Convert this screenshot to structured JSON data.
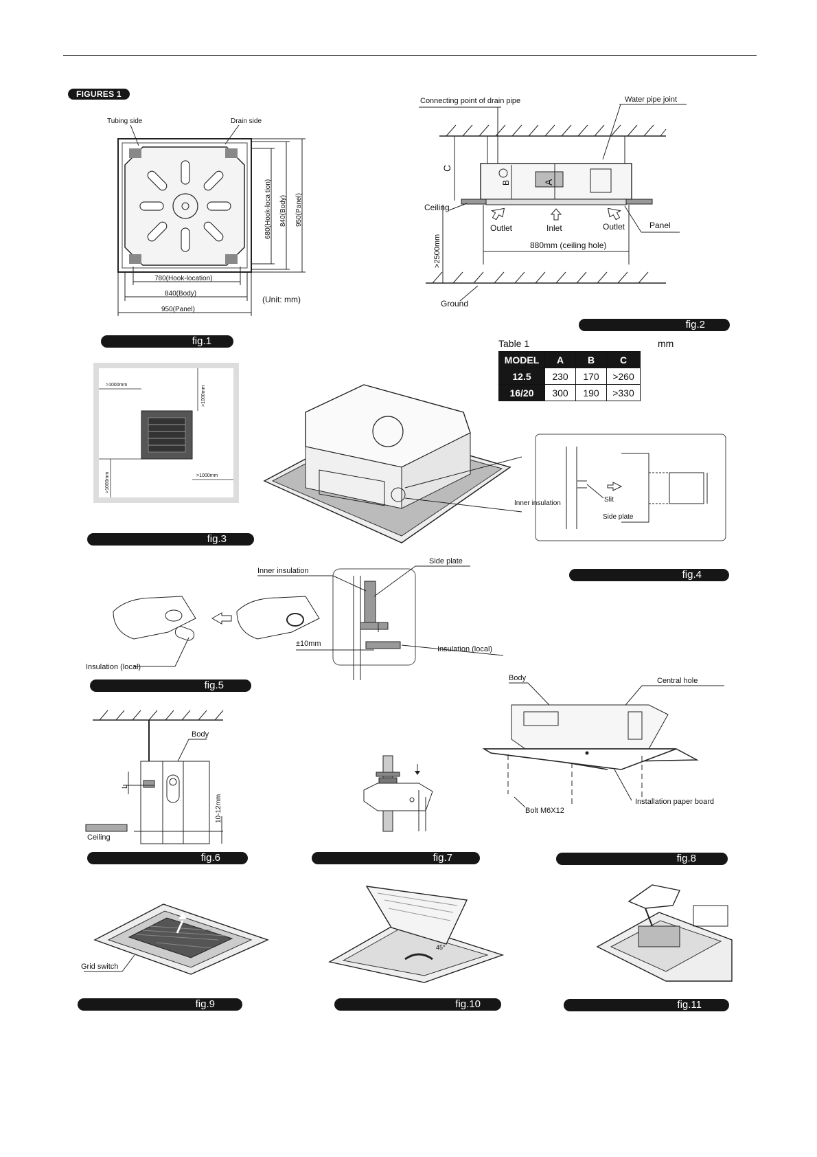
{
  "badge": "FIGURES 1",
  "fig_labels": {
    "fig1": "fig.1",
    "fig2": "fig.2",
    "fig3": "fig.3",
    "fig4": "fig.4",
    "fig5": "fig.5",
    "fig6": "fig.6",
    "fig7": "fig.7",
    "fig8": "fig.8",
    "fig9": "fig.9",
    "fig10": "fig.10",
    "fig11": "fig.11"
  },
  "fig1": {
    "tubing_side": "Tubing side",
    "drain_side": "Drain side",
    "hook_location_w": "780(Hook-location)",
    "body_w": "840(Body)",
    "panel_w": "950(Panel)",
    "hook_location_h": "680(Hook-loca tion)",
    "body_h": "840(Body)",
    "panel_h": "950(Panel)",
    "unit": "(Unit: mm)"
  },
  "fig2": {
    "connecting_point": "Connecting point of drain pipe",
    "water_pipe_joint": "Water pipe joint",
    "dim_c": "C",
    "dim_b": "B",
    "dim_a": "A",
    "ceiling": "Ceiling",
    "outlet_left": "Outlet",
    "inlet": "Inlet",
    "outlet_right": "Outlet",
    "panel": "Panel",
    "ceiling_hole": "880mm (ceiling hole)",
    "height": ">2500mm",
    "ground": "Ground"
  },
  "table1": {
    "title": "Table 1",
    "unit": "mm",
    "headers": [
      "MODEL",
      "A",
      "B",
      "C"
    ],
    "rows": [
      [
        "12.5",
        "230",
        "170",
        ">260"
      ],
      [
        "16/20",
        "300",
        "190",
        ">330"
      ]
    ]
  },
  "fig3": {
    "top": ">1000mm",
    "left": ">1000mm",
    "right": ">1000mm",
    "bottom": ">1000mm"
  },
  "fig4": {
    "inner_insulation": "Inner insulation",
    "slit": "Slit",
    "side_plate": "Side plate"
  },
  "fig5": {
    "inner_insulation": "Inner insulation",
    "side_plate": "Side plate",
    "tolerance": "±10mm",
    "insulation_local_right": "Insulation (local)",
    "insulation_local_left": "Insulation (local)"
  },
  "fig6": {
    "body": "Body",
    "dim_l": "L",
    "gap": "10-12mm",
    "ceiling": "Ceiling"
  },
  "fig8": {
    "body": "Body",
    "central_hole": "Central  hole",
    "bolt": "Bolt M6X12",
    "paper_board": "Installation paper board"
  },
  "fig9": {
    "grid_switch": "Grid switch"
  },
  "fig10": {
    "angle": "45°"
  }
}
